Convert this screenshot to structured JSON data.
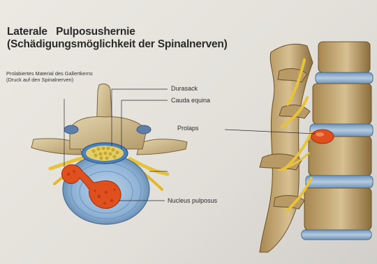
{
  "title": {
    "line1": "Laterale   Pulposushernie",
    "line2": "(Schädigungsmöglichkeit der Spinalnerven)"
  },
  "labels": {
    "prolapsed_material": "Prolabiertes Material des Gallertkerns (Druck auf den Spinalnerven)",
    "durasack": "Durasack",
    "cauda_equina": "Cauda equina",
    "prolaps": "Prolaps",
    "nucleus_pulposus": "Nucleus pulposus"
  },
  "colors": {
    "background": "#e7e4de",
    "bone": "#cdb98e",
    "bone_shadow": "#8a6c3e",
    "disc": "#8fb3d6",
    "nerve": "#e8c23a",
    "hernia": "#e0501e",
    "dura": "#5f8fc4"
  }
}
